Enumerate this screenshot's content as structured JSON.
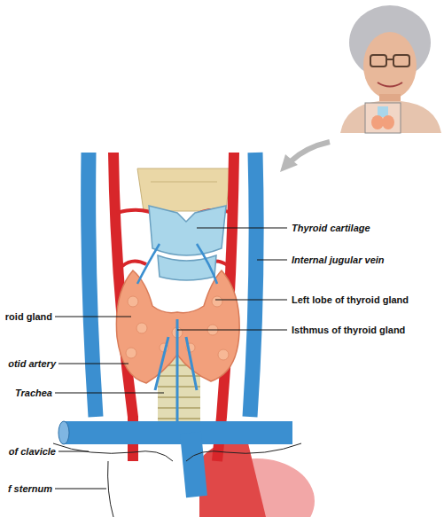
{
  "diagram": {
    "labels": [
      "Thyroid cartilage",
      "Internal jugular vein",
      "Left lobe of thyroid gland",
      "Isthmus of thyroid gland",
      "roid gland",
      "otid artery",
      "Trachea",
      "of clavicle",
      "f sternum"
    ]
  }
}
